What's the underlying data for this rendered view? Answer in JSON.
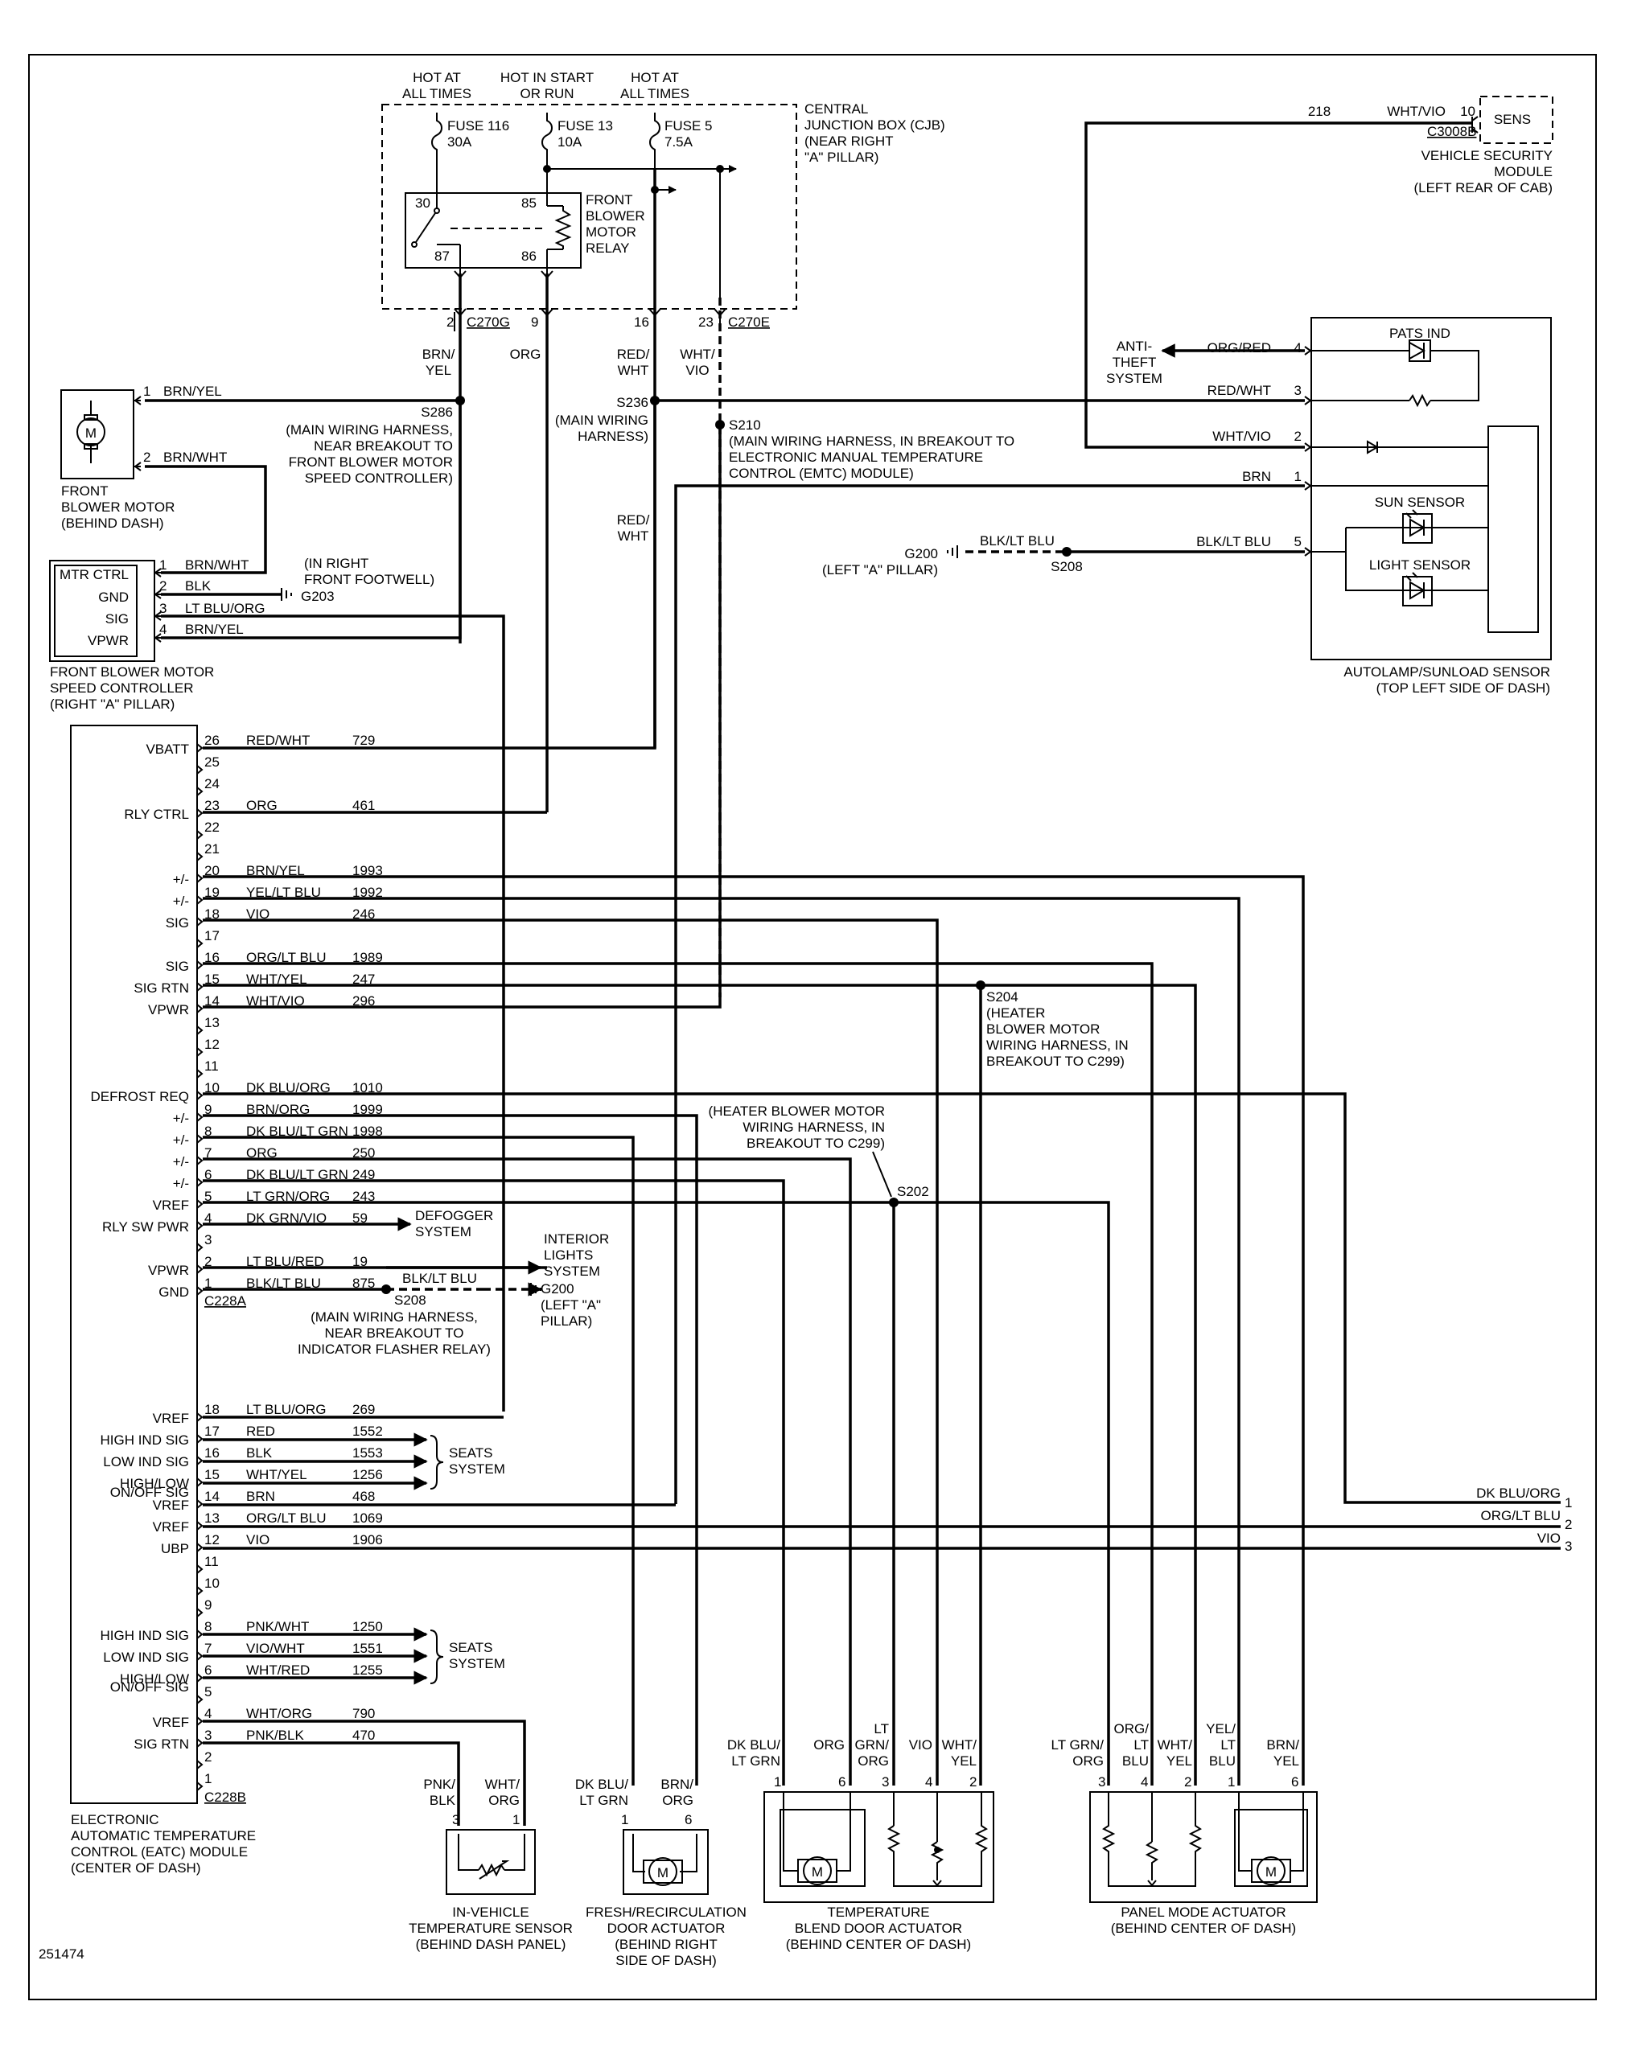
{
  "diagram": {
    "doc_number": "251474",
    "cjb": {
      "header_hot_at_all_times": [
        "HOT AT",
        "ALL TIMES"
      ],
      "header_hot_in_start": [
        "HOT IN START",
        "OR RUN"
      ],
      "fuse116": [
        "FUSE 116",
        "30A"
      ],
      "fuse13": [
        "FUSE 13",
        "10A"
      ],
      "fuse5": [
        "FUSE 5",
        "7.5A"
      ],
      "title": [
        "CENTRAL",
        "JUNCTION BOX (CJB)",
        "(NEAR RIGHT",
        "\"A\" PILLAR)"
      ],
      "relay_label": [
        "FRONT",
        "BLOWER",
        "MOTOR",
        "RELAY"
      ],
      "relay_pins": [
        "30",
        "85",
        "87",
        "86"
      ],
      "conn_c270g": "C270G",
      "conn_c270e": "C270E",
      "pins_out": [
        "2",
        "9",
        "16",
        "23"
      ]
    },
    "wires_cjb": {
      "brn_yel": [
        "BRN/",
        "YEL"
      ],
      "org": "ORG",
      "red_wht": [
        "RED/",
        "WHT"
      ],
      "wht_vio": [
        "WHT/",
        "VIO"
      ],
      "red_wht_lower": [
        "RED/",
        "WHT"
      ]
    },
    "splices": {
      "s286": "S286",
      "s286_desc": [
        "(MAIN WIRING HARNESS,",
        "NEAR BREAKOUT TO",
        "FRONT BLOWER MOTOR",
        "SPEED CONTROLLER)"
      ],
      "s236": "S236",
      "s236_desc": [
        "(MAIN WIRING",
        "HARNESS)"
      ],
      "s210": "S210",
      "s210_desc": [
        "(MAIN WIRING HARNESS, IN BREAKOUT TO",
        "ELECTRONIC MANUAL TEMPERATURE",
        "CONTROL (EMTC) MODULE)"
      ],
      "s204": "S204",
      "s204_desc": [
        "(HEATER",
        "BLOWER MOTOR",
        "WIRING HARNESS, IN",
        "BREAKOUT TO C299)"
      ],
      "s202": "S202",
      "s202_desc": [
        "(HEATER BLOWER MOTOR",
        "WIRING HARNESS, IN",
        "BREAKOUT TO C299)"
      ],
      "s208": "S208",
      "s208_desc": [
        "(MAIN WIRING HARNESS,",
        "NEAR BREAKOUT TO",
        "INDICATOR FLASHER RELAY)"
      ]
    },
    "front_blower_motor": {
      "label": [
        "FRONT",
        "BLOWER MOTOR",
        "(BEHIND DASH)"
      ],
      "pin1": "1",
      "wire1": "BRN/YEL",
      "pin2": "2",
      "wire2": "BRN/WHT"
    },
    "speed_controller": {
      "pins": [
        {
          "name": "MTR CTRL",
          "pin": "1",
          "wire": "BRN/WHT"
        },
        {
          "name": "GND",
          "pin": "2",
          "wire": "BLK"
        },
        {
          "name": "SIG",
          "pin": "3",
          "wire": "LT BLU/ORG"
        },
        {
          "name": "VPWR",
          "pin": "4",
          "wire": "BRN/YEL"
        }
      ],
      "label": [
        "FRONT BLOWER MOTOR",
        "SPEED CONTROLLER",
        "(RIGHT \"A\" PILLAR)"
      ],
      "ground": "G203",
      "ground_desc": [
        "(IN RIGHT",
        "FRONT FOOTWELL)"
      ]
    },
    "security": {
      "circuit": "218",
      "wire": "WHT/VIO",
      "pin": "10",
      "pin_name": "SENS",
      "connector": "C3008B",
      "label": [
        "VEHICLE SECURITY",
        "MODULE",
        "(LEFT REAR OF CAB)"
      ]
    },
    "autolamp": {
      "pats": "PATS IND",
      "sun": "SUN SENSOR",
      "light": "LIGHT SENSOR",
      "label": [
        "AUTOLAMP/SUNLOAD SENSOR",
        "(TOP LEFT SIDE OF DASH)"
      ],
      "anti_theft": [
        "ANTI-",
        "THEFT",
        "SYSTEM"
      ],
      "pins": [
        {
          "pin": "4",
          "wire": "ORG/RED"
        },
        {
          "pin": "3",
          "wire": "RED/WHT"
        },
        {
          "pin": "2",
          "wire": "WHT/VIO"
        },
        {
          "pin": "1",
          "wire": "BRN"
        },
        {
          "pin": "5",
          "wire": "BLK/LT BLU"
        }
      ],
      "g200": "G200",
      "g200_desc": "(LEFT \"A\" PILLAR)",
      "g200_wire": "BLK/LT BLU",
      "s208": "S208"
    },
    "eatc": {
      "label": [
        "ELECTRONIC",
        "AUTOMATIC TEMPERATURE",
        "CONTROL (EATC) MODULE",
        "(CENTER OF DASH)"
      ],
      "c228a": "C228A",
      "c228b": "C228B",
      "pins_a": [
        {
          "pin": "26",
          "name": "VBATT",
          "wire": "RED/WHT",
          "ckt": "729"
        },
        {
          "pin": "25",
          "name": "",
          "wire": "",
          "ckt": ""
        },
        {
          "pin": "24",
          "name": "",
          "wire": "",
          "ckt": ""
        },
        {
          "pin": "23",
          "name": "RLY CTRL",
          "wire": "ORG",
          "ckt": "461"
        },
        {
          "pin": "22",
          "name": "",
          "wire": "",
          "ckt": ""
        },
        {
          "pin": "21",
          "name": "",
          "wire": "",
          "ckt": ""
        },
        {
          "pin": "20",
          "name": "+/-",
          "wire": "BRN/YEL",
          "ckt": "1993"
        },
        {
          "pin": "19",
          "name": "+/-",
          "wire": "YEL/LT BLU",
          "ckt": "1992"
        },
        {
          "pin": "18",
          "name": "SIG",
          "wire": "VIO",
          "ckt": "246"
        },
        {
          "pin": "17",
          "name": "",
          "wire": "",
          "ckt": ""
        },
        {
          "pin": "16",
          "name": "SIG",
          "wire": "ORG/LT BLU",
          "ckt": "1989"
        },
        {
          "pin": "15",
          "name": "SIG RTN",
          "wire": "WHT/YEL",
          "ckt": "247"
        },
        {
          "pin": "14",
          "name": "VPWR",
          "wire": "WHT/VIO",
          "ckt": "296"
        },
        {
          "pin": "13",
          "name": "",
          "wire": "",
          "ckt": ""
        },
        {
          "pin": "12",
          "name": "",
          "wire": "",
          "ckt": ""
        },
        {
          "pin": "11",
          "name": "",
          "wire": "",
          "ckt": ""
        },
        {
          "pin": "10",
          "name": "DEFROST REQ",
          "wire": "DK BLU/ORG",
          "ckt": "1010"
        },
        {
          "pin": "9",
          "name": "+/-",
          "wire": "BRN/ORG",
          "ckt": "1999"
        },
        {
          "pin": "8",
          "name": "+/-",
          "wire": "DK BLU/LT GRN",
          "ckt": "1998"
        },
        {
          "pin": "7",
          "name": "+/-",
          "wire": "ORG",
          "ckt": "250"
        },
        {
          "pin": "6",
          "name": "+/-",
          "wire": "DK BLU/LT GRN",
          "ckt": "249"
        },
        {
          "pin": "5",
          "name": "VREF",
          "wire": "LT GRN/ORG",
          "ckt": "243"
        },
        {
          "pin": "4",
          "name": "RLY SW PWR",
          "wire": "DK GRN/VIO",
          "ckt": "59"
        },
        {
          "pin": "3",
          "name": "",
          "wire": "",
          "ckt": ""
        },
        {
          "pin": "2",
          "name": "VPWR",
          "wire": "LT BLU/RED",
          "ckt": "19"
        },
        {
          "pin": "1",
          "name": "GND",
          "wire": "BLK/LT BLU",
          "ckt": "875"
        }
      ],
      "pins_b": [
        {
          "pin": "18",
          "name": "VREF",
          "wire": "LT BLU/ORG",
          "ckt": "269"
        },
        {
          "pin": "17",
          "name": "HIGH IND SIG",
          "wire": "RED",
          "ckt": "1552"
        },
        {
          "pin": "16",
          "name": "LOW IND SIG",
          "wire": "BLK",
          "ckt": "1553"
        },
        {
          "pin": "15",
          "name": "HIGH/LOW",
          "wire": "WHT/YEL",
          "ckt": "1256"
        },
        {
          "pin": "14",
          "name": "VREF",
          "wire": "BRN",
          "ckt": "468"
        },
        {
          "pin": "13",
          "name": "VREF",
          "wire": "ORG/LT BLU",
          "ckt": "1069"
        },
        {
          "pin": "12",
          "name": "UBP",
          "wire": "VIO",
          "ckt": "1906"
        },
        {
          "pin": "11",
          "name": "",
          "wire": "",
          "ckt": ""
        },
        {
          "pin": "10",
          "name": "",
          "wire": "",
          "ckt": ""
        },
        {
          "pin": "9",
          "name": "",
          "wire": "",
          "ckt": ""
        },
        {
          "pin": "8",
          "name": "HIGH IND SIG",
          "wire": "PNK/WHT",
          "ckt": "1250"
        },
        {
          "pin": "7",
          "name": "LOW IND SIG",
          "wire": "VIO/WHT",
          "ckt": "1551"
        },
        {
          "pin": "6",
          "name": "HIGH/LOW",
          "wire": "WHT/RED",
          "ckt": "1255"
        },
        {
          "pin": "5",
          "name": "",
          "wire": "",
          "ckt": ""
        },
        {
          "pin": "4",
          "name": "VREF",
          "wire": "WHT/ORG",
          "ckt": "790"
        },
        {
          "pin": "3",
          "name": "SIG RTN",
          "wire": "PNK/BLK",
          "ckt": "470"
        },
        {
          "pin": "2",
          "name": "",
          "wire": "",
          "ckt": ""
        },
        {
          "pin": "1",
          "name": "",
          "wire": "",
          "ckt": ""
        }
      ],
      "onoff_sig": "ON/OFF SIG"
    },
    "defogger": [
      "DEFOGGER",
      "SYSTEM"
    ],
    "interior_lights": [
      "INTERIOR",
      "LIGHTS",
      "SYSTEM"
    ],
    "g200_lower": [
      "G200",
      "(LEFT \"A\"",
      "PILLAR)"
    ],
    "blk_lt_blu": "BLK/LT BLU",
    "seats_system": [
      "SEATS",
      "SYSTEM"
    ],
    "right_connector": [
      {
        "wire": "DK BLU/ORG",
        "pin": "1"
      },
      {
        "wire": "ORG/LT BLU",
        "pin": "2"
      },
      {
        "wire": "VIO",
        "pin": "3"
      }
    ],
    "ivt_sensor": {
      "label": [
        "IN-VEHICLE",
        "TEMPERATURE SENSOR",
        "(BEHIND DASH PANEL)"
      ],
      "pins": [
        {
          "pin": "3",
          "wire": [
            "PNK/",
            "BLK"
          ]
        },
        {
          "pin": "1",
          "wire": [
            "WHT/",
            "ORG"
          ]
        }
      ]
    },
    "fresh_recirc": {
      "label": [
        "FRESH/RECIRCULATION",
        "DOOR ACTUATOR",
        "(BEHIND RIGHT",
        "SIDE OF DASH)"
      ],
      "pins": [
        {
          "pin": "1",
          "wire": [
            "DK BLU/",
            "LT GRN"
          ]
        },
        {
          "pin": "6",
          "wire": [
            "BRN/",
            "ORG"
          ]
        }
      ]
    },
    "blend": {
      "label": [
        "TEMPERATURE",
        "BLEND DOOR ACTUATOR",
        "(BEHIND CENTER OF DASH)"
      ],
      "pins": [
        {
          "pin": "1",
          "wire": [
            "DK BLU/",
            "LT GRN"
          ]
        },
        {
          "pin": "6",
          "wire": [
            "ORG"
          ]
        },
        {
          "pin": "3",
          "wire": [
            "LT",
            "GRN/",
            "ORG"
          ]
        },
        {
          "pin": "4",
          "wire": [
            "VIO"
          ]
        },
        {
          "pin": "2",
          "wire": [
            "WHT/",
            "YEL"
          ]
        }
      ]
    },
    "panel": {
      "label": [
        "PANEL MODE ACTUATOR",
        "(BEHIND CENTER OF DASH)"
      ],
      "pins": [
        {
          "pin": "3",
          "wire": [
            "LT GRN/",
            "ORG"
          ]
        },
        {
          "pin": "4",
          "wire": [
            "ORG/",
            "LT",
            "BLU"
          ]
        },
        {
          "pin": "2",
          "wire": [
            "WHT/",
            "YEL"
          ]
        },
        {
          "pin": "1",
          "wire": [
            "YEL/",
            "LT",
            "BLU"
          ]
        },
        {
          "pin": "6",
          "wire": [
            "BRN/",
            "YEL"
          ]
        }
      ]
    },
    "motor_symbol": "M"
  }
}
